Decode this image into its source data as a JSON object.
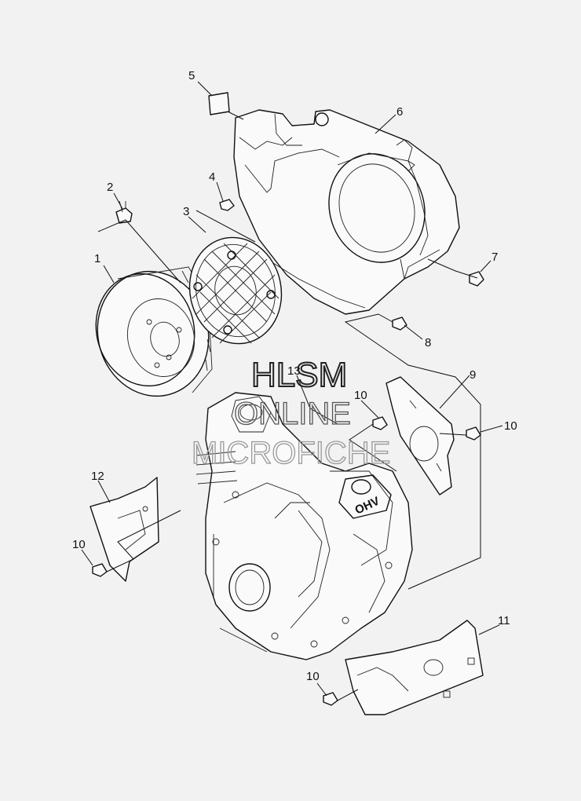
{
  "watermark": {
    "line1": "HLSM",
    "line2": "ONLINE",
    "line3": "MICROFICHE"
  },
  "engine_label": "OHV",
  "callouts": [
    {
      "id": "c1",
      "label": "1"
    },
    {
      "id": "c2",
      "label": "2"
    },
    {
      "id": "c3",
      "label": "3"
    },
    {
      "id": "c4",
      "label": "4"
    },
    {
      "id": "c5",
      "label": "5"
    },
    {
      "id": "c6",
      "label": "6"
    },
    {
      "id": "c7",
      "label": "7"
    },
    {
      "id": "c8",
      "label": "8"
    },
    {
      "id": "c9",
      "label": "9"
    },
    {
      "id": "c10a",
      "label": "10"
    },
    {
      "id": "c10b",
      "label": "10"
    },
    {
      "id": "c10c",
      "label": "10"
    },
    {
      "id": "c10d",
      "label": "10"
    },
    {
      "id": "c11",
      "label": "11"
    },
    {
      "id": "c12",
      "label": "12"
    },
    {
      "id": "c13",
      "label": "13"
    }
  ]
}
